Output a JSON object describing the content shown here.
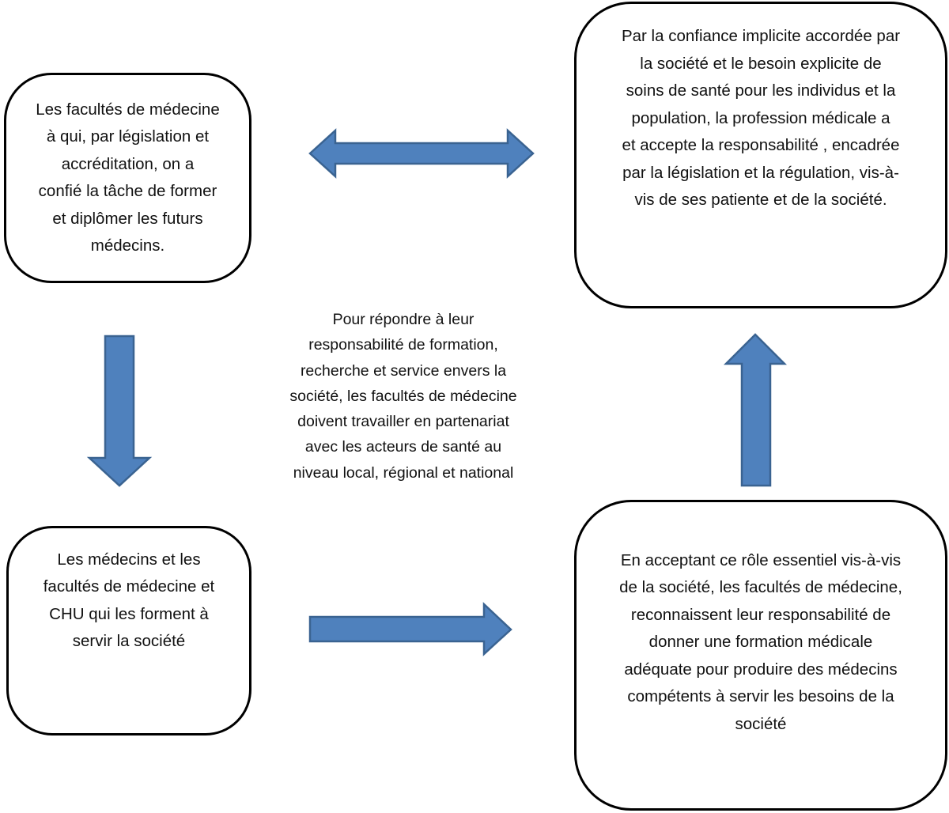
{
  "boxes": {
    "top_left": "Les facultés de médecine\nà qui, par législation et\naccréditation, on a\nconfié la tâche de former\net diplômer les futurs\nmédecins.",
    "top_right": "Par la confiance implicite accordée par\nla société  et le besoin explicite de\nsoins de santé pour les individus et la\npopulation, la profession  médicale a\net accepte la responsabilité , encadrée\npar la législation et la régulation, vis-à-\nvis de ses patiente et de la société.",
    "bottom_left": "Les médecins et les\nfacultés de médecine et\nCHU qui les forment à\nservir la société",
    "bottom_right": "En acceptant ce rôle essentiel vis-à-vis\nde la société, les facultés de médecine,\nreconnaissent leur responsabilité de\ndonner une formation médicale\nadéquate pour produire des médecins\ncompétents à servir les besoins de la\nsociété"
  },
  "center_text": "Pour répondre à leur\nresponsabilité de formation,\nrecherche et service envers la\nsociété, les facultés de médecine\ndoivent travailler en  partenariat\navec les acteurs de santé au\nniveau local, régional et national",
  "colors": {
    "arrow_fill": "#4f81bd",
    "arrow_stroke": "#3a6391",
    "box_border": "#000000"
  }
}
